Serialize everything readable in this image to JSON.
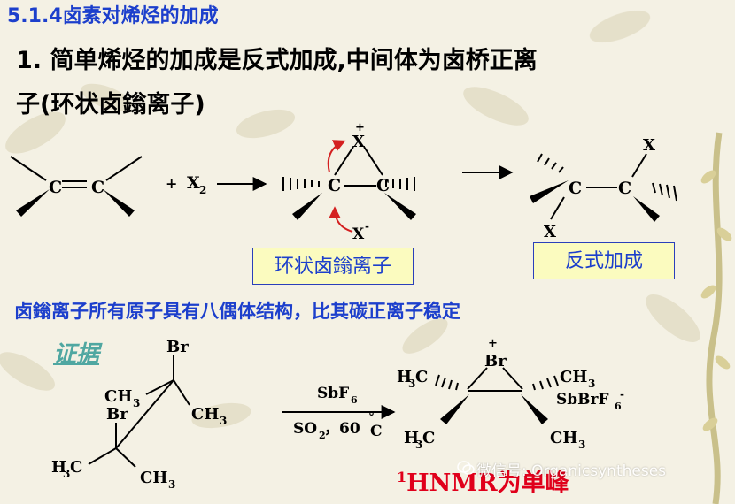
{
  "section": {
    "title": "5.1.4卤素对烯烃的加成"
  },
  "point1": {
    "line1": "1.  简单烯烃的加成是反式加成,中间体为卤桥正离",
    "line2": "子(环状卤鎓离子)"
  },
  "scheme1": {
    "alkene_c": "C",
    "plus_reagent": "+",
    "reagent_x": "X",
    "reagent_sub": "2",
    "bridged_x": "X",
    "bridged_charge": "+",
    "anion": "X",
    "anion_charge": "-",
    "product_x": "X"
  },
  "labels": {
    "halonium": "环状卤鎓离子",
    "anti_addition": "反式加成"
  },
  "note": "卤鎓离子所有原子具有八偶体结构，比其碳正离子稳定",
  "evidence_label": "证据",
  "scheme2": {
    "br": "Br",
    "ch3": "CH",
    "sub3": "3",
    "h3c": "H",
    "h3c_tail": "C",
    "reagent_top": "SbF",
    "reagent_top_sub": "6",
    "reagent_bottom": "SO",
    "reagent_bottom_sub": "2",
    "reagent_bottom_tail": "，60",
    "degree": "°",
    "celsius": "C",
    "br_plus": "+",
    "counter_ion": "SbBrF",
    "counter_ion_sub": "6",
    "counter_ion_charge": "-"
  },
  "hnmr": {
    "superscript": "1",
    "text": "HNMR为单峰"
  },
  "watermark": "微信号: Organicsyntheses",
  "colors": {
    "title_blue": "#1c3fcc",
    "box_fill": "#fbfbbf",
    "red": "#e0001b",
    "teal": "#4fa7a1"
  }
}
